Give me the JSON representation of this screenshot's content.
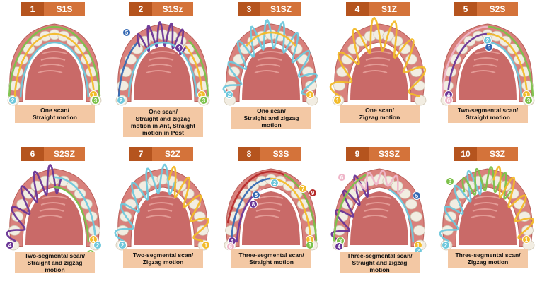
{
  "colors": {
    "number_box": "#b5541e",
    "code_box": "#d4733a",
    "caption_box": "#f3c8a4",
    "green": "#7cc14a",
    "blue_light": "#6fc8dc",
    "yellow": "#f2bb2a",
    "purple": "#6a3596",
    "pink": "#efb6c9",
    "red": "#b52a2a",
    "blue_dark": "#3569b3"
  },
  "panels": [
    {
      "number": "1",
      "code": "S1S",
      "caption": "One scan/\nStraight motion",
      "markers": [
        "1",
        "2",
        "3"
      ]
    },
    {
      "number": "2",
      "code": "S1Sz",
      "caption": "One scan/\nStraight and zigzag\nmotion in Ant, Straight\nmotion in Post",
      "markers": [
        "1",
        "2",
        "3",
        "4",
        "5"
      ]
    },
    {
      "number": "3",
      "code": "S1SZ",
      "caption": "One scan/\nStraight and zigzag\nmotion",
      "markers": [
        "1",
        "2"
      ]
    },
    {
      "number": "4",
      "code": "S1Z",
      "caption": "One scan/\nZigzag motion",
      "markers": [
        "1"
      ]
    },
    {
      "number": "5",
      "code": "S2S",
      "caption": "Two-segmental scan/\nStraight motion",
      "markers": [
        "1",
        "2",
        "3",
        "4",
        "5",
        "6"
      ]
    },
    {
      "number": "6",
      "code": "S2SZ",
      "caption": "Two-segmental scan/\nStraight and zigzag\nmotion",
      "markers": [
        "1",
        "2",
        "3",
        "4"
      ]
    },
    {
      "number": "7",
      "code": "S2Z",
      "caption": "Two-segmental scan/\nZigzag motion",
      "markers": [
        "1",
        "2"
      ]
    },
    {
      "number": "8",
      "code": "S3S",
      "caption": "Three-segmental scan/\nStraight motion",
      "markers": [
        "1",
        "2",
        "3",
        "4",
        "5",
        "6",
        "7",
        "8",
        "9"
      ]
    },
    {
      "number": "9",
      "code": "S3SZ",
      "caption": "Three-segmental scan/\nStraight and zigzag\nmotion",
      "markers": [
        "1",
        "2",
        "3",
        "4",
        "5",
        "6"
      ]
    },
    {
      "number": "10",
      "code": "S3Z",
      "caption": "Three-segmental scan/\nZigzag motion",
      "markers": [
        "1",
        "2",
        "3"
      ]
    }
  ]
}
